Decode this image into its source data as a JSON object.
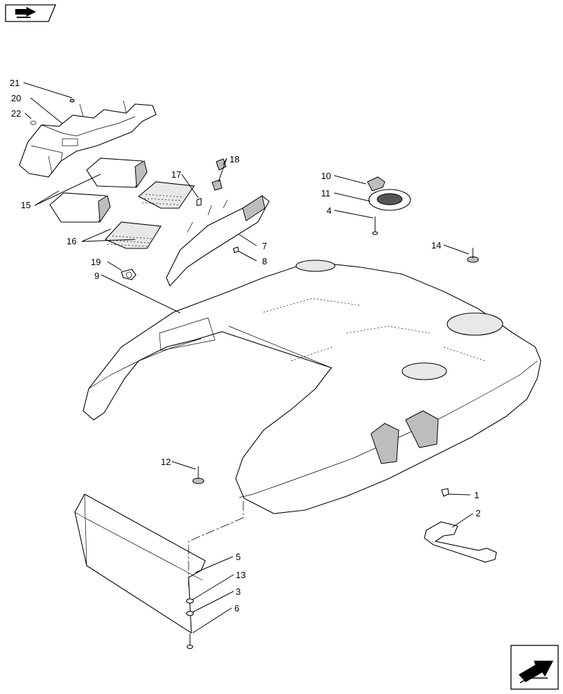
{
  "icons": {
    "top_left": "flip-page-arrow-icon",
    "bottom_right": "next-page-arrow-icon"
  },
  "callouts": [
    "21",
    "20",
    "22",
    "15",
    "16",
    "17",
    "18",
    "19",
    "9",
    "7",
    "8",
    "10",
    "11",
    "4",
    "14",
    "12",
    "1",
    "2",
    "5",
    "13",
    "3",
    "6"
  ]
}
